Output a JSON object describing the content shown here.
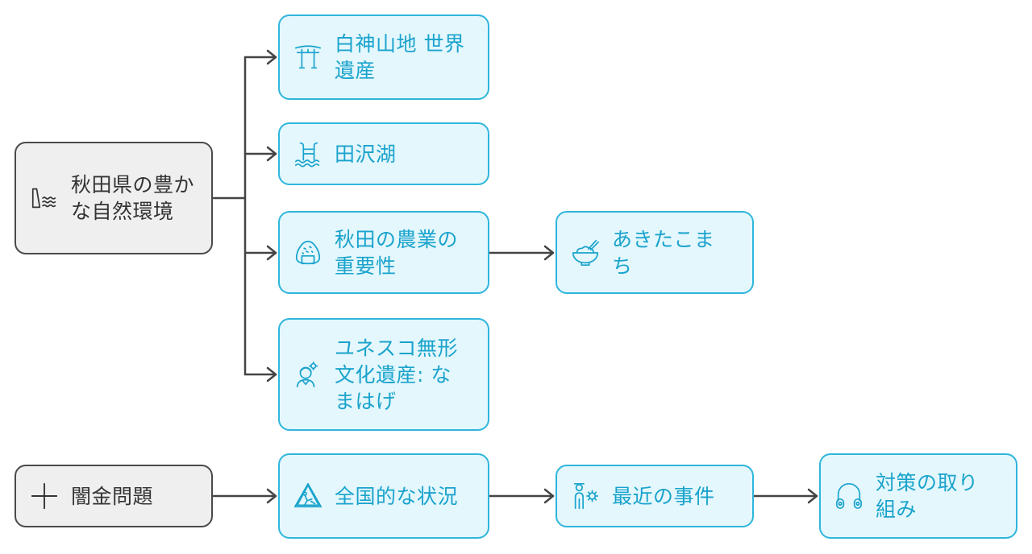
{
  "colors": {
    "gray_fill": "#efefef",
    "gray_stroke": "#4a4a4a",
    "blue_fill": "#e3f7fd",
    "blue_stroke": "#2fb6dc",
    "blue_text": "#1aa3cc",
    "connector": "#444444"
  },
  "nodes": {
    "akita_nature": {
      "label": "秋田県の豊かな自然環境",
      "icon": "dam-waves-icon"
    },
    "shirakami": {
      "label": "白神山地 世界遺産",
      "icon": "torii-gate-icon"
    },
    "tazawako": {
      "label": "田沢湖",
      "icon": "lake-ladder-icon"
    },
    "agriculture": {
      "label": "秋田の農業の重要性",
      "icon": "rice-ball-icon"
    },
    "akitakomachi": {
      "label": "あきたこまち",
      "icon": "rice-bowl-icon"
    },
    "namahage": {
      "label": "ユネスコ無形文化遺産: なまはげ",
      "icon": "festival-person-icon"
    },
    "yamikin": {
      "label": "闇金問題",
      "icon": "plus-icon"
    },
    "national": {
      "label": "全国的な状況",
      "icon": "warning-sign-icon"
    },
    "recent": {
      "label": "最近の事件",
      "icon": "person-gear-icon"
    },
    "measures": {
      "label": "対策の取り組み",
      "icon": "headphones-icon"
    }
  }
}
